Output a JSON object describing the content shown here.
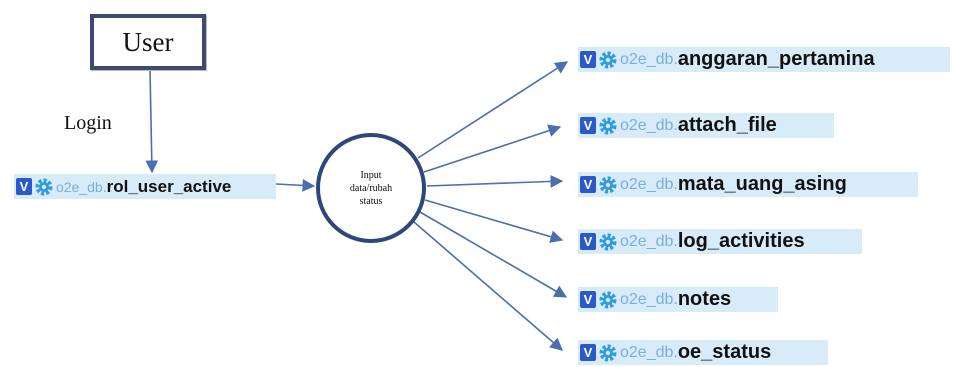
{
  "user_label": "User",
  "login_label": "Login",
  "process_lines": [
    "Input",
    "data/rubah",
    "status"
  ],
  "source_table": {
    "badge": "V",
    "schema": "o2e_db",
    "table": "rol_user_active"
  },
  "target_tables": [
    {
      "badge": "V",
      "schema": "o2e_db",
      "table": "anggaran_pertamina"
    },
    {
      "badge": "V",
      "schema": "o2e_db",
      "table": "attach_file"
    },
    {
      "badge": "V",
      "schema": "o2e_db",
      "table": "mata_uang_asing"
    },
    {
      "badge": "V",
      "schema": "o2e_db",
      "table": "log_activities"
    },
    {
      "badge": "V",
      "schema": "o2e_db",
      "table": "notes"
    },
    {
      "badge": "V",
      "schema": "o2e_db",
      "table": "oe_status"
    }
  ],
  "colors": {
    "arrow": "#4a6fae",
    "circle_border": "#2d4777",
    "box_border": "#3a4a70",
    "label_bg": "#d8ebf8",
    "badge_bg": "#2a59c9",
    "gear": "#2f9be0",
    "schema_text": "#79aee0"
  },
  "icons": {
    "badge": "view-badge-icon",
    "gear": "gear-icon"
  }
}
